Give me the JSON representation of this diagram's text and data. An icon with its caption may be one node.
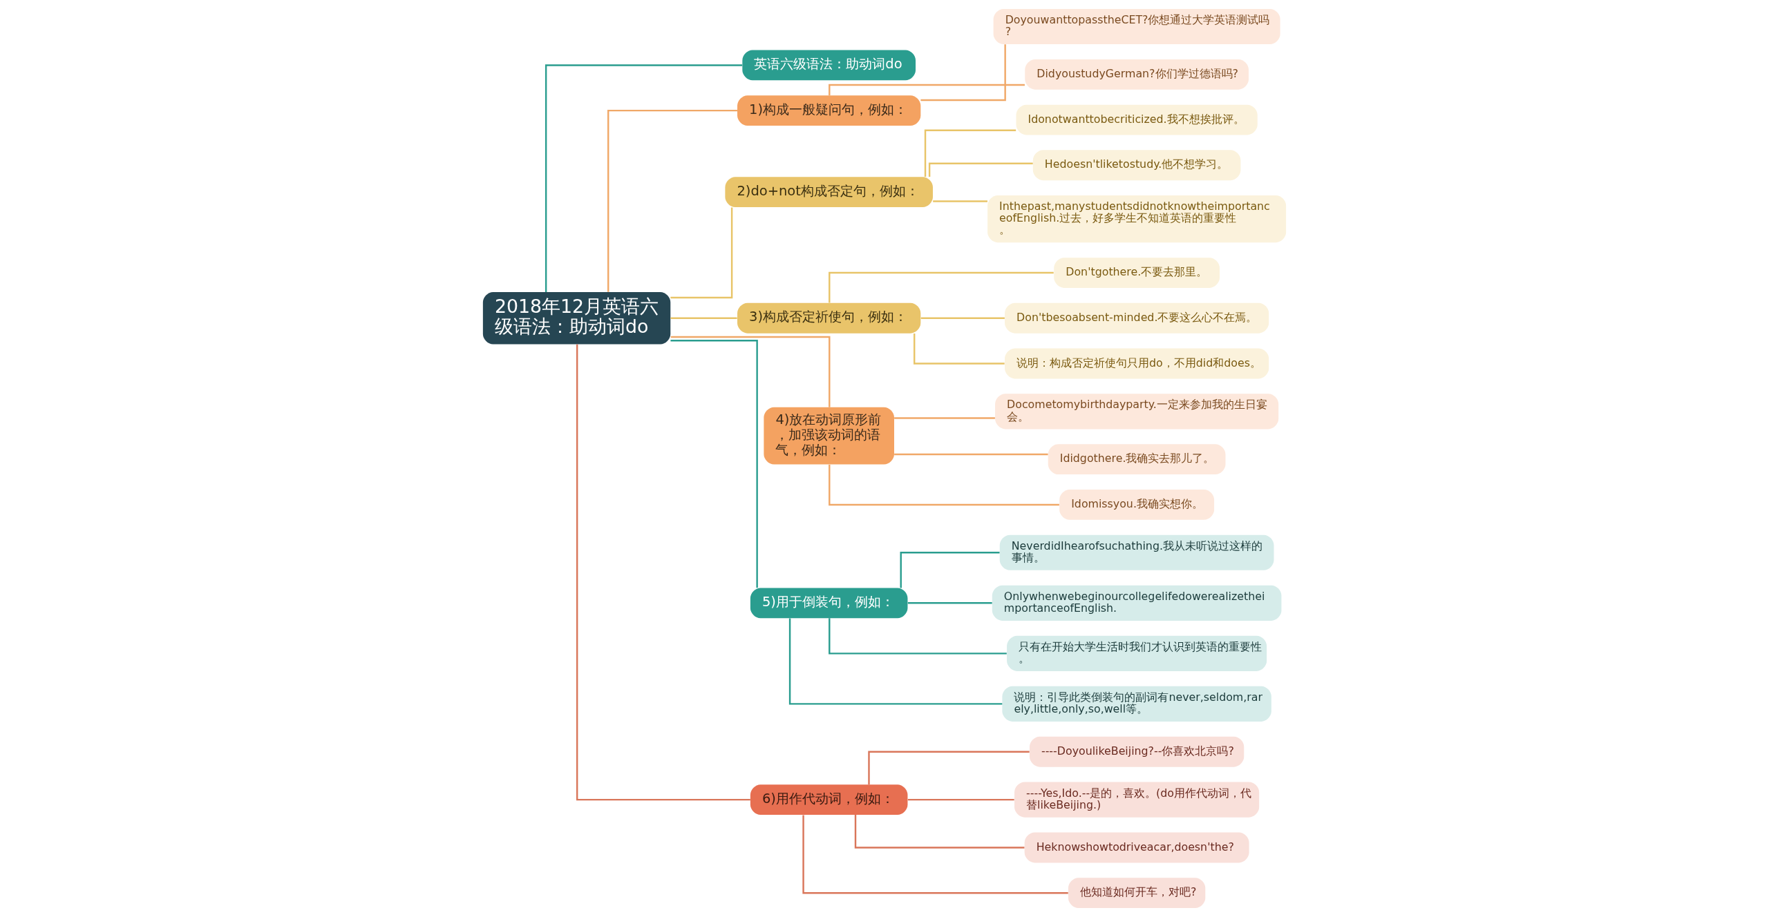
{
  "diagram": {
    "nodes": [
      {
        "text": [
          "2018年12月英语六级语法：助动词do"
        ]
      },
      {
        "text": [
          "英语六级语法：助动词do"
        ]
      },
      {
        "text": [
          "1)构成一般疑问句，例如："
        ]
      },
      {
        "text": [
          "DoyouwanttopasstheCET?你想通过大学英语测试吗?"
        ]
      },
      {
        "text": [
          "DidyoustudyGerman?你们学过德语吗?"
        ]
      },
      {
        "text": [
          "2)do+not构成否定句，例如："
        ]
      },
      {
        "text": [
          "Idonotwanttobecriticized.我不想挨批评。"
        ]
      },
      {
        "text": [
          "Hedoesn'tliketostudy.他不想学习。"
        ]
      },
      {
        "text": [
          "Inthepast,manystudentsdidnotknowtheimportanceofEnglish.过去，好多学生不知道英语的重要性。"
        ]
      },
      {
        "text": [
          "3)构成否定祈使句，例如："
        ]
      },
      {
        "text": [
          "Don'tgothere.不要去那里。"
        ]
      },
      {
        "text": [
          "Don'tbesoabsent-minded.不要这么心不在焉。"
        ]
      },
      {
        "text": [
          "说明：构成否定祈使句只用do，不用did和does。"
        ]
      },
      {
        "text": [
          "4)放在动词原形前，加强该动词的语气，例如："
        ]
      },
      {
        "text": [
          "Docometomybirthdayparty.一定来参加我的生日宴会。"
        ]
      },
      {
        "text": [
          "Ididgothere.我确实去那儿了。"
        ]
      },
      {
        "text": [
          "Idomissyou.我确实想你。"
        ]
      },
      {
        "text": [
          "5)用于倒装句，例如："
        ]
      },
      {
        "text": [
          "NeverdidIhearofsuchathing.我从未听说过这样的事情。"
        ]
      },
      {
        "text": [
          "OnlywhenwebeginourcollegelifedowerealizetheimportanceofEnglish."
        ]
      },
      {
        "text": [
          "只有在开始大学生活时我们才认识到英语的重要性。"
        ]
      },
      {
        "text": [
          "说明：引导此类倒装句的副词有never,seldom,rarely,little,only,so,well等。"
        ]
      },
      {
        "text": [
          "6)用作代动词，例如："
        ]
      },
      {
        "text": [
          "----DoyoulikeBeijing?--你喜欢北京吗?"
        ]
      },
      {
        "text": [
          "----Yes,Ido.--是的，喜欢。(do用作代动词，代替likeBeijing.)"
        ]
      },
      {
        "text": [
          "Heknowshowtodriveacar,doesn'the?"
        ]
      },
      {
        "text": [
          "他知道如何开车，对吧?"
        ]
      }
    ],
    "edges": [
      {
        "from": 0,
        "to": 1,
        "arrow": "none",
        "color": "#2a9d8f"
      },
      {
        "from": 0,
        "to": 2,
        "arrow": "none",
        "color": "#f0a868"
      },
      {
        "from": 2,
        "to": 3,
        "arrow": "none",
        "color": "#f0a868"
      },
      {
        "from": 2,
        "to": 4,
        "arrow": "none",
        "color": "#f0a868"
      },
      {
        "from": 0,
        "to": 5,
        "arrow": "none",
        "color": "#e8c468"
      },
      {
        "from": 5,
        "to": 6,
        "arrow": "none",
        "color": "#e8c468"
      },
      {
        "from": 5,
        "to": 7,
        "arrow": "none",
        "color": "#e8c468"
      },
      {
        "from": 5,
        "to": 8,
        "arrow": "none",
        "color": "#e8c468"
      },
      {
        "from": 0,
        "to": 9,
        "arrow": "none",
        "color": "#e8c468"
      },
      {
        "from": 9,
        "to": 10,
        "arrow": "none",
        "color": "#e8c468"
      },
      {
        "from": 9,
        "to": 11,
        "arrow": "none",
        "color": "#e8c468"
      },
      {
        "from": 9,
        "to": 12,
        "arrow": "none",
        "color": "#e8c468"
      },
      {
        "from": 0,
        "to": 13,
        "arrow": "none",
        "color": "#f0a868"
      },
      {
        "from": 13,
        "to": 14,
        "arrow": "none",
        "color": "#f0a868"
      },
      {
        "from": 13,
        "to": 15,
        "arrow": "none",
        "color": "#f0a868"
      },
      {
        "from": 13,
        "to": 16,
        "arrow": "none",
        "color": "#f0a868"
      },
      {
        "from": 0,
        "to": 17,
        "arrow": "none",
        "color": "#2a9d8f"
      },
      {
        "from": 17,
        "to": 18,
        "arrow": "none",
        "color": "#2a9d8f"
      },
      {
        "from": 17,
        "to": 19,
        "arrow": "none",
        "color": "#2a9d8f"
      },
      {
        "from": 17,
        "to": 20,
        "arrow": "none",
        "color": "#2a9d8f"
      },
      {
        "from": 17,
        "to": 21,
        "arrow": "none",
        "color": "#2a9d8f"
      },
      {
        "from": 0,
        "to": 22,
        "arrow": "none",
        "color": "#d9765a"
      },
      {
        "from": 22,
        "to": 23,
        "arrow": "none",
        "color": "#d9765a"
      },
      {
        "from": 22,
        "to": 24,
        "arrow": "none",
        "color": "#d9765a"
      },
      {
        "from": 22,
        "to": 25,
        "arrow": "none",
        "color": "#d9765a"
      },
      {
        "from": 22,
        "to": 26,
        "arrow": "none",
        "color": "#d9765a"
      }
    ]
  }
}
